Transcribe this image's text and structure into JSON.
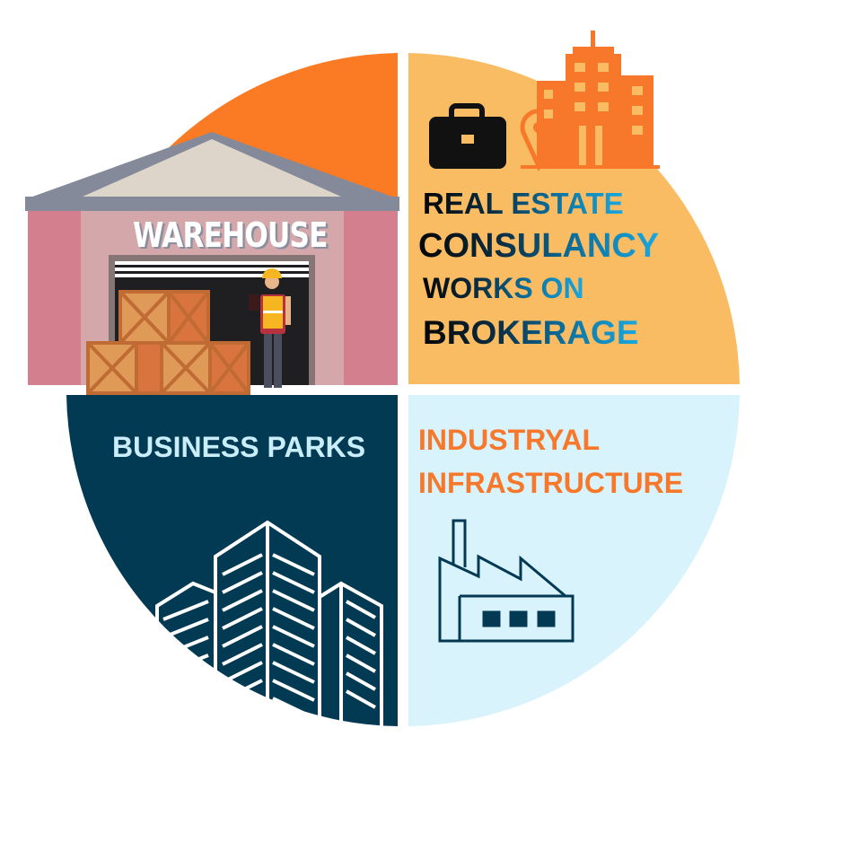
{
  "colors": {
    "top_left": "#FB7A24",
    "top_right": "#F9BC63",
    "bottom_left": "#033A53",
    "bottom_right": "#D8F3FC",
    "orange_text": "#F7782A",
    "business_text": "#C9EEFA"
  },
  "warehouse": {
    "sign": "WAREHOUSE"
  },
  "real_estate": {
    "lines": [
      "REAL ESTATE",
      "CONSULANCY",
      "WORKS ON",
      "BROKERAGE"
    ]
  },
  "business_parks": {
    "label": "BUSINESS PARKS"
  },
  "industrial": {
    "lines": [
      "INDUSTRYAL",
      "INFRASTRUCTURE"
    ]
  },
  "icons": [
    "briefcase-icon",
    "location-pin-icon",
    "office-building-icon",
    "warehouse-illustration",
    "skyscraper-icon",
    "factory-icon"
  ]
}
